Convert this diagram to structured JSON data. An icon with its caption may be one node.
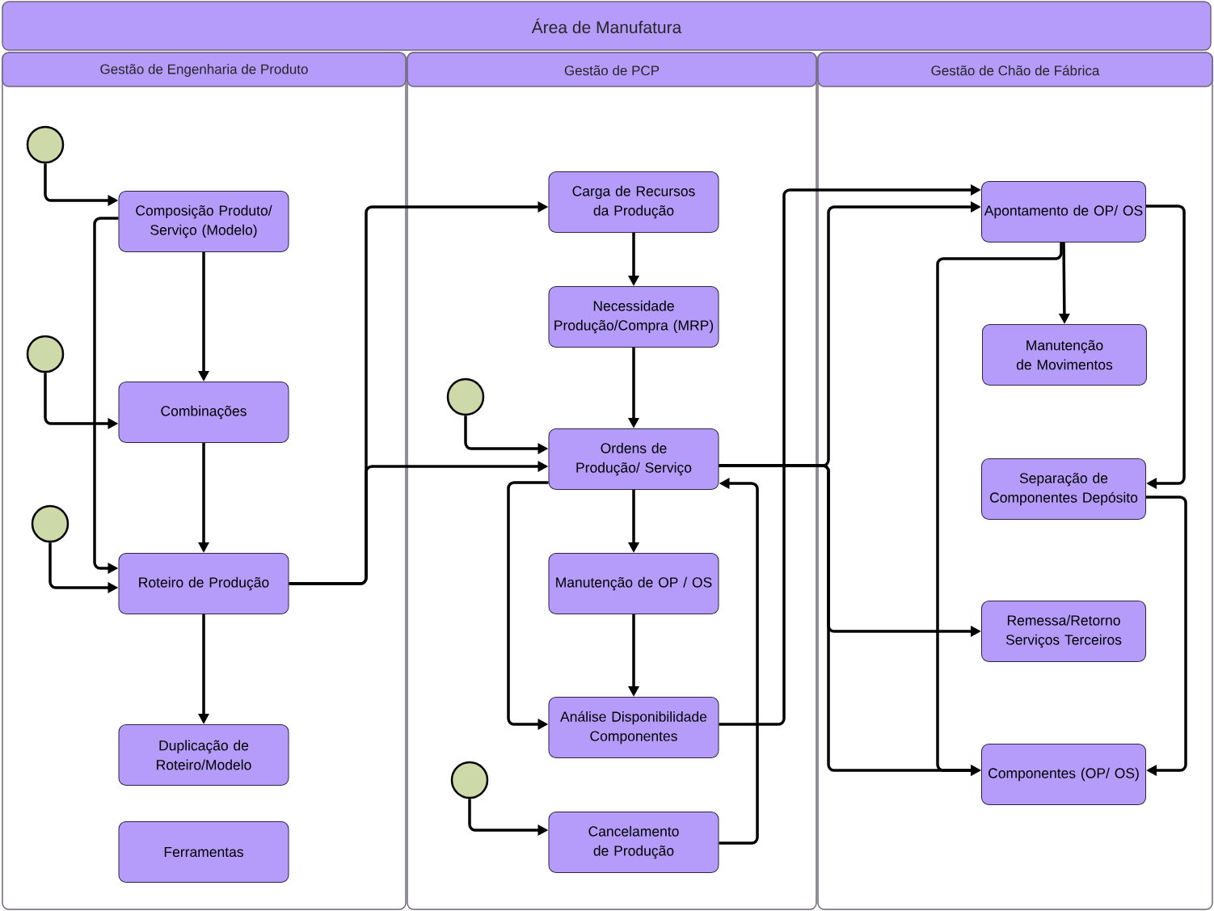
{
  "diagram": {
    "nodes": [
      {
        "text": [
          "Área de Manufatura"
        ]
      },
      {
        "text": [
          "Gestão de Engenharia de Produto"
        ]
      },
      {
        "text": [
          "Gestão de PCP"
        ]
      },
      {
        "text": [
          "Gestão de Chão de Fábrica"
        ]
      },
      {
        "text": [],
        "shape": "circle",
        "in": 1
      },
      {
        "text": [
          "Composição Produto/ Serviço (Modelo)"
        ],
        "in": 1
      },
      {
        "text": [],
        "shape": "circle",
        "in": 1
      },
      {
        "text": [
          "Combinações"
        ],
        "in": 1
      },
      {
        "text": [],
        "shape": "circle",
        "in": 1
      },
      {
        "text": [
          "Roteiro de Produção"
        ],
        "in": 1
      },
      {
        "text": [
          "Duplicação de Roteiro/Modelo"
        ],
        "in": 1
      },
      {
        "text": [
          "Ferramentas"
        ],
        "in": 1
      },
      {
        "text": [
          "Carga de Recursos da Produção"
        ],
        "in": 2
      },
      {
        "text": [
          "Necessidade Produção/Compra (MRP)"
        ],
        "in": 2
      },
      {
        "text": [],
        "shape": "circle",
        "in": 2
      },
      {
        "text": [
          "Ordens de Produção/ Serviço"
        ],
        "in": 2
      },
      {
        "text": [
          "Manutenção de OP / OS"
        ],
        "in": 2
      },
      {
        "text": [
          "Análise Disponibilidade Componentes"
        ],
        "in": 2
      },
      {
        "text": [],
        "shape": "circle",
        "in": 2
      },
      {
        "text": [
          "Cancelamento de Produção"
        ],
        "in": 2
      },
      {
        "text": [
          "Apontamento de OP/ OS"
        ],
        "in": 3
      },
      {
        "text": [
          "Manutenção de Movimentos"
        ],
        "in": 3
      },
      {
        "text": [
          "Separação de Componentes Depósito"
        ],
        "in": 3
      },
      {
        "text": [
          "Remessa/Retorno Serviços Terceiros"
        ],
        "in": 3
      },
      {
        "text": [
          "Componentes (OP/ OS)"
        ],
        "in": 3
      }
    ],
    "edges": [
      {
        "from": 4,
        "to": 5,
        "arrow": "to"
      },
      {
        "from": 5,
        "to": 7,
        "arrow": "to"
      },
      {
        "from": 5,
        "to": 9,
        "arrow": "to"
      },
      {
        "from": 6,
        "to": 7,
        "arrow": "to"
      },
      {
        "from": 7,
        "to": 9,
        "arrow": "to"
      },
      {
        "from": 8,
        "to": 9,
        "arrow": "to"
      },
      {
        "from": 9,
        "to": 10,
        "arrow": "to"
      },
      {
        "from": 9,
        "to": 12,
        "arrow": "to"
      },
      {
        "from": 9,
        "to": 15,
        "arrow": "to"
      },
      {
        "from": 12,
        "to": 13,
        "arrow": "to"
      },
      {
        "from": 13,
        "to": 15,
        "arrow": "to"
      },
      {
        "from": 14,
        "to": 15,
        "arrow": "to"
      },
      {
        "from": 15,
        "to": 16,
        "arrow": "to"
      },
      {
        "from": 16,
        "to": 17,
        "arrow": "to"
      },
      {
        "from": 15,
        "to": 17,
        "arrow": "to"
      },
      {
        "from": 15,
        "to": 20,
        "arrow": "to"
      },
      {
        "from": 15,
        "to": 23,
        "arrow": "to"
      },
      {
        "from": 15,
        "to": 24,
        "arrow": "to"
      },
      {
        "from": 17,
        "to": 20,
        "arrow": "to"
      },
      {
        "from": 19,
        "to": 15,
        "arrow": "to"
      },
      {
        "from": 18,
        "to": 19,
        "arrow": "to"
      },
      {
        "from": 20,
        "to": 21,
        "arrow": "to"
      },
      {
        "from": 20,
        "to": 22,
        "arrow": "to"
      },
      {
        "from": 20,
        "to": 24,
        "arrow": "to"
      },
      {
        "from": 22,
        "to": 24,
        "arrow": "to"
      }
    ]
  }
}
